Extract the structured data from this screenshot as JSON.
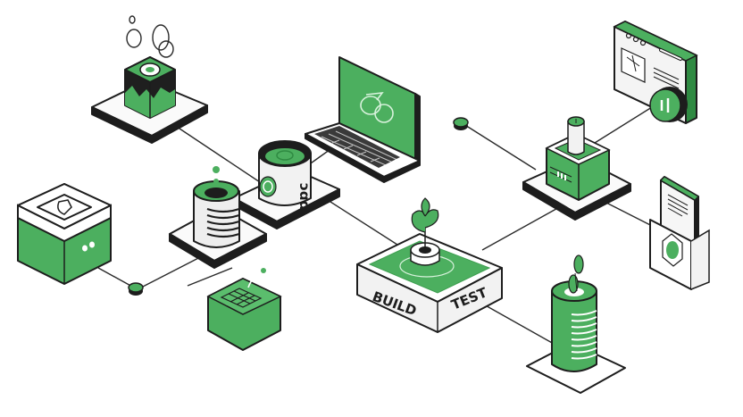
{
  "illustration": {
    "title": "CI/CD pipeline isometric illustration",
    "colors": {
      "green": "#4caf5f",
      "green_dark": "#2f8a42",
      "green_light": "#7fcf8c",
      "ink": "#1d1d1d",
      "white": "#ffffff",
      "panel_grey": "#eeeeee"
    },
    "central_platform": {
      "label_left": "BUILD",
      "label_right": "TEST",
      "icon": "sprout-in-pot-icon"
    },
    "nodes": [
      {
        "id": "cloud-cube",
        "icon": "steaming-cube-icon"
      },
      {
        "id": "laptop",
        "icon": "laptop-icon"
      },
      {
        "id": "mug-db",
        "icon": "database-mug-icon",
        "text": "ɔɑɑ"
      },
      {
        "id": "database",
        "icon": "database-stack-icon"
      },
      {
        "id": "server-box",
        "icon": "server-box-icon"
      },
      {
        "id": "grid-cube",
        "icon": "grid-cube-icon"
      },
      {
        "id": "browser-window",
        "icon": "browser-window-icon"
      },
      {
        "id": "pillar-box",
        "icon": "pillar-box-icon"
      },
      {
        "id": "document-holder",
        "icon": "document-holder-icon"
      },
      {
        "id": "green-cylinder",
        "icon": "growth-cylinder-icon"
      }
    ],
    "connector_dots": [
      "dot-left",
      "dot-top-right"
    ]
  }
}
